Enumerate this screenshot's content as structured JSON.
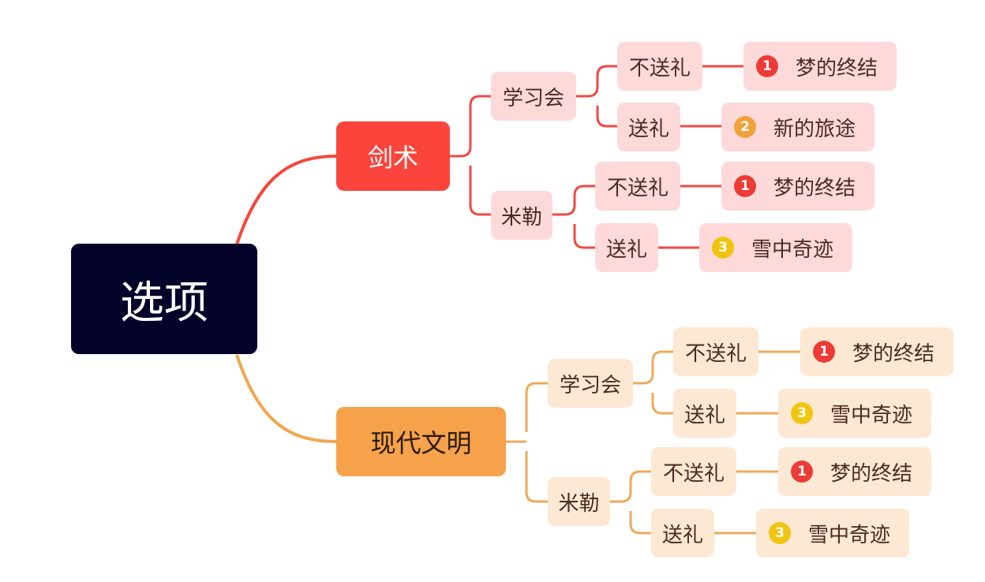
{
  "root": {
    "label": "选项"
  },
  "branches": [
    {
      "label": "剑术",
      "color": "#fb443c",
      "children": [
        {
          "label": "学习会",
          "children": [
            {
              "label": "不送礼",
              "ending": {
                "number": "1",
                "label": "梦的终结",
                "badge_color": "#ee3b36"
              }
            },
            {
              "label": "送礼",
              "ending": {
                "number": "2",
                "label": "新的旅途",
                "badge_color": "#f2a13b"
              }
            }
          ]
        },
        {
          "label": "米勒",
          "children": [
            {
              "label": "不送礼",
              "ending": {
                "number": "1",
                "label": "梦的终结",
                "badge_color": "#ee3b36"
              }
            },
            {
              "label": "送礼",
              "ending": {
                "number": "3",
                "label": "雪中奇迹",
                "badge_color": "#f1c40f"
              }
            }
          ]
        }
      ]
    },
    {
      "label": "现代文明",
      "color": "#f5a24a",
      "children": [
        {
          "label": "学习会",
          "children": [
            {
              "label": "不送礼",
              "ending": {
                "number": "1",
                "label": "梦的终结",
                "badge_color": "#ee3b36"
              }
            },
            {
              "label": "送礼",
              "ending": {
                "number": "3",
                "label": "雪中奇迹",
                "badge_color": "#f1c40f"
              }
            }
          ]
        },
        {
          "label": "米勒",
          "children": [
            {
              "label": "不送礼",
              "ending": {
                "number": "1",
                "label": "梦的终结",
                "badge_color": "#ee3b36"
              }
            },
            {
              "label": "送礼",
              "ending": {
                "number": "3",
                "label": "雪中奇迹",
                "badge_color": "#f1c40f"
              }
            }
          ]
        }
      ]
    }
  ]
}
